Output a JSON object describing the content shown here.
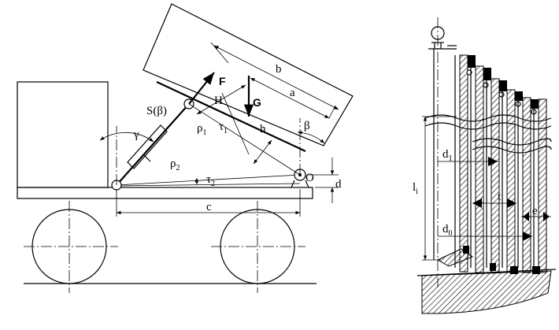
{
  "labels": {
    "b": "b",
    "a": "a",
    "F": "F",
    "H": "H",
    "G": "G",
    "S_beta": "S(β)",
    "gamma": "γ",
    "rho1": "ρ",
    "rho1_sub": "1",
    "tau1": "τ",
    "tau1_sub": "1",
    "h": "h",
    "beta": "β",
    "rho2": "ρ",
    "rho2_sub": "2",
    "tau2": "τ",
    "tau2_sub": "2",
    "O": "O",
    "d": "d",
    "c": "c",
    "d1": "d",
    "d1_sub": "1",
    "li": "l",
    "li_sub": "i",
    "t": "t",
    "e": "e",
    "d0": "d",
    "d0_sub": "0"
  }
}
